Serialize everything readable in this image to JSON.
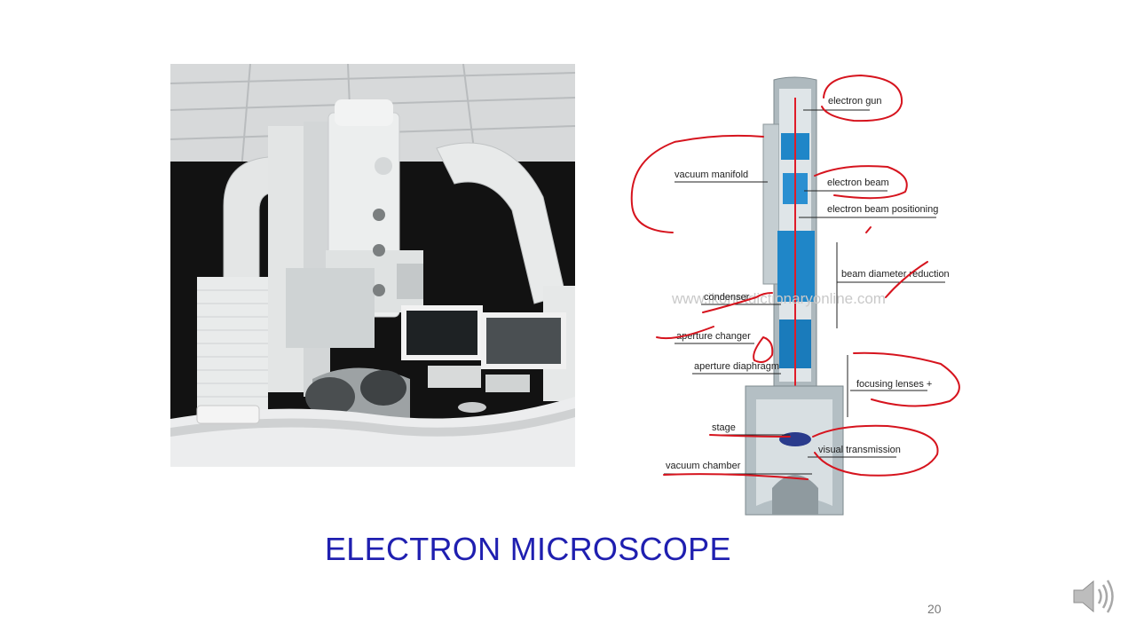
{
  "slide": {
    "title": "ELECTRON MICROSCOPE",
    "page_number": "20"
  },
  "diagram": {
    "labels": {
      "electron_gun": "electron gun",
      "vacuum_manifold": "vacuum manifold",
      "electron_beam": "electron beam",
      "electron_beam_positioning": "electron beam positioning",
      "beam_diameter_reduction": "beam diameter reduction",
      "condenser": "condenser",
      "aperture_changer": "aperture changer",
      "aperture_diaphragm": "aperture diaphragm",
      "focusing_lenses": "focusing lenses +",
      "stage": "stage",
      "visual_transmission": "visual transmission",
      "vacuum_chamber": "vacuum chamber"
    },
    "watermark": "www.ikonetdictionaryonline.com"
  },
  "colors": {
    "title": "#1f1fb0",
    "annotation_ink": "#d6141e",
    "lens_blue": "#1f86c8",
    "column_gray": "#b9c3c8"
  },
  "icons": {
    "speaker": "speaker-icon"
  }
}
